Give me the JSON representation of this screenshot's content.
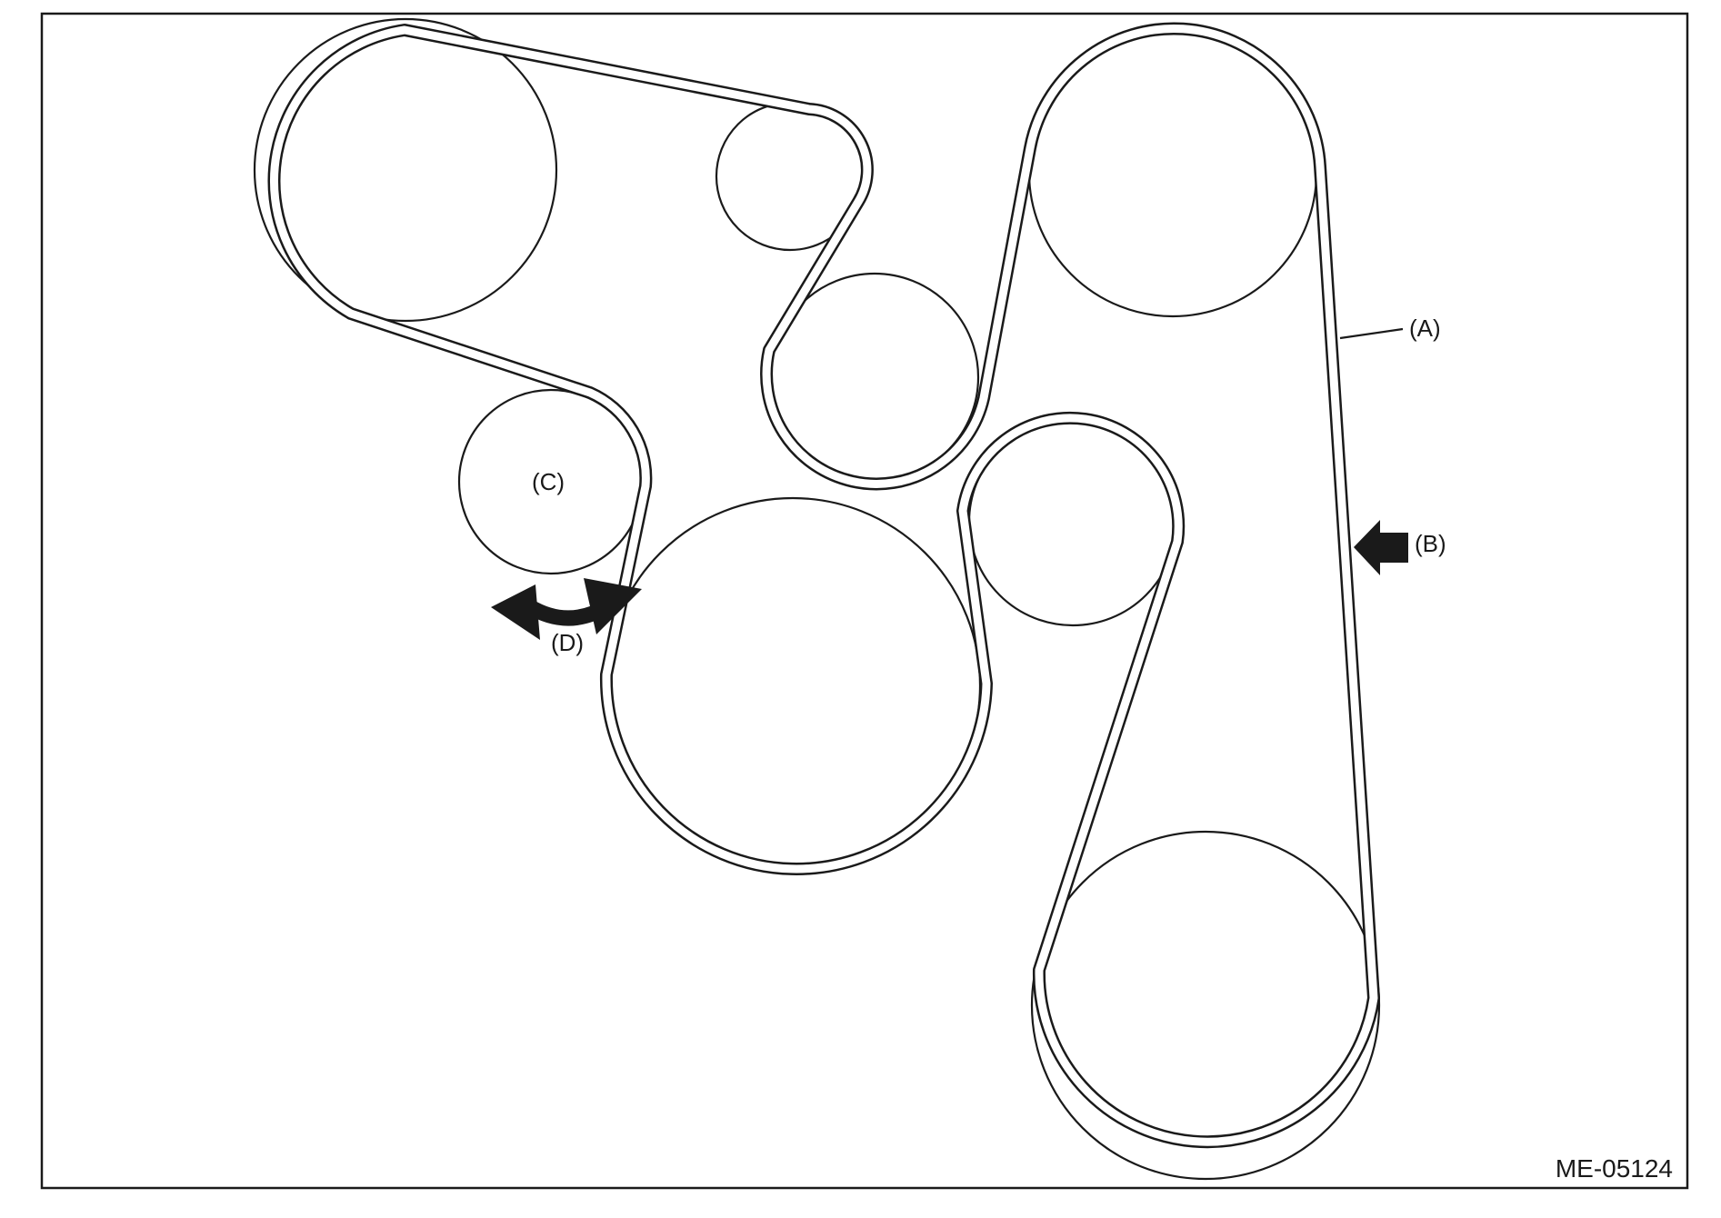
{
  "labels": {
    "belt": "(A)",
    "inspection_point": "(B)",
    "tensioner": "(C)",
    "movement": "(D)"
  },
  "figure_code": "ME-05124",
  "colors": {
    "line": "#1a1a1a",
    "background": "#ffffff"
  },
  "icons": {
    "inspection_arrow": "arrow-left-icon",
    "movement_arrow": "double-headed-curved-arrow-icon"
  }
}
